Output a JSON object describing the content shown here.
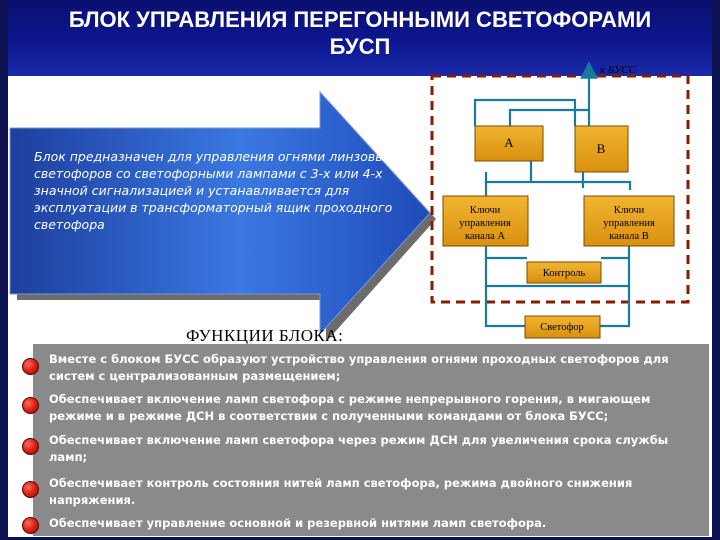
{
  "title": {
    "line1": "БЛОК  УПРАВЛЕНИЯ ПЕРЕГОННЫМИ СВЕТОФОРАМИ",
    "line2": "БУСП"
  },
  "intro": {
    "text": "Блок предназначен для управления огнями линзовых светофоров со светофорными лампами с 3-х или 4-х значной сигнализацией и устанавливается для эксплуатации в трансформаторный ящик проходного светофора"
  },
  "diagram": {
    "to_buss_label": "к БУСС",
    "block_a": "А",
    "block_b": "В",
    "keys_a": [
      "Ключи",
      "управления",
      "канала А"
    ],
    "keys_b": [
      "Ключи",
      "управления",
      "канала В"
    ],
    "control": "Контроль",
    "signal": "Светофор"
  },
  "functions": {
    "heading": "ФУНКЦИИ БЛОКА:",
    "items": [
      "Вместе с блоком БУСС образуют устройство управления огнями проходных светофоров для систем с централизованным размещением;",
      "Обеспечивает включение ламп светофора с режиме непрерывного горения, в мигающем режиме и в режиме ДСН в соответствии с полученными командами от блока БУСС;",
      "Обеспечивает включение ламп светофора через режим ДСН для увеличения срока службы ламп;",
      "Обеспечивает контроль состояния нитей ламп светофора, режима двойного снижения напряжения.",
      "Обеспечивает управление основной и резервной нитями ламп светофора."
    ]
  },
  "colors": {
    "title_band": "#0d1790",
    "arrow_fill": "#2a5fd0",
    "box_fill": "#e3a21a",
    "dashed_frame": "#8a1a00",
    "circuit_line": "#1a7a9e",
    "bullet": "#e0261a",
    "function_panel": "#8a8a8a"
  }
}
